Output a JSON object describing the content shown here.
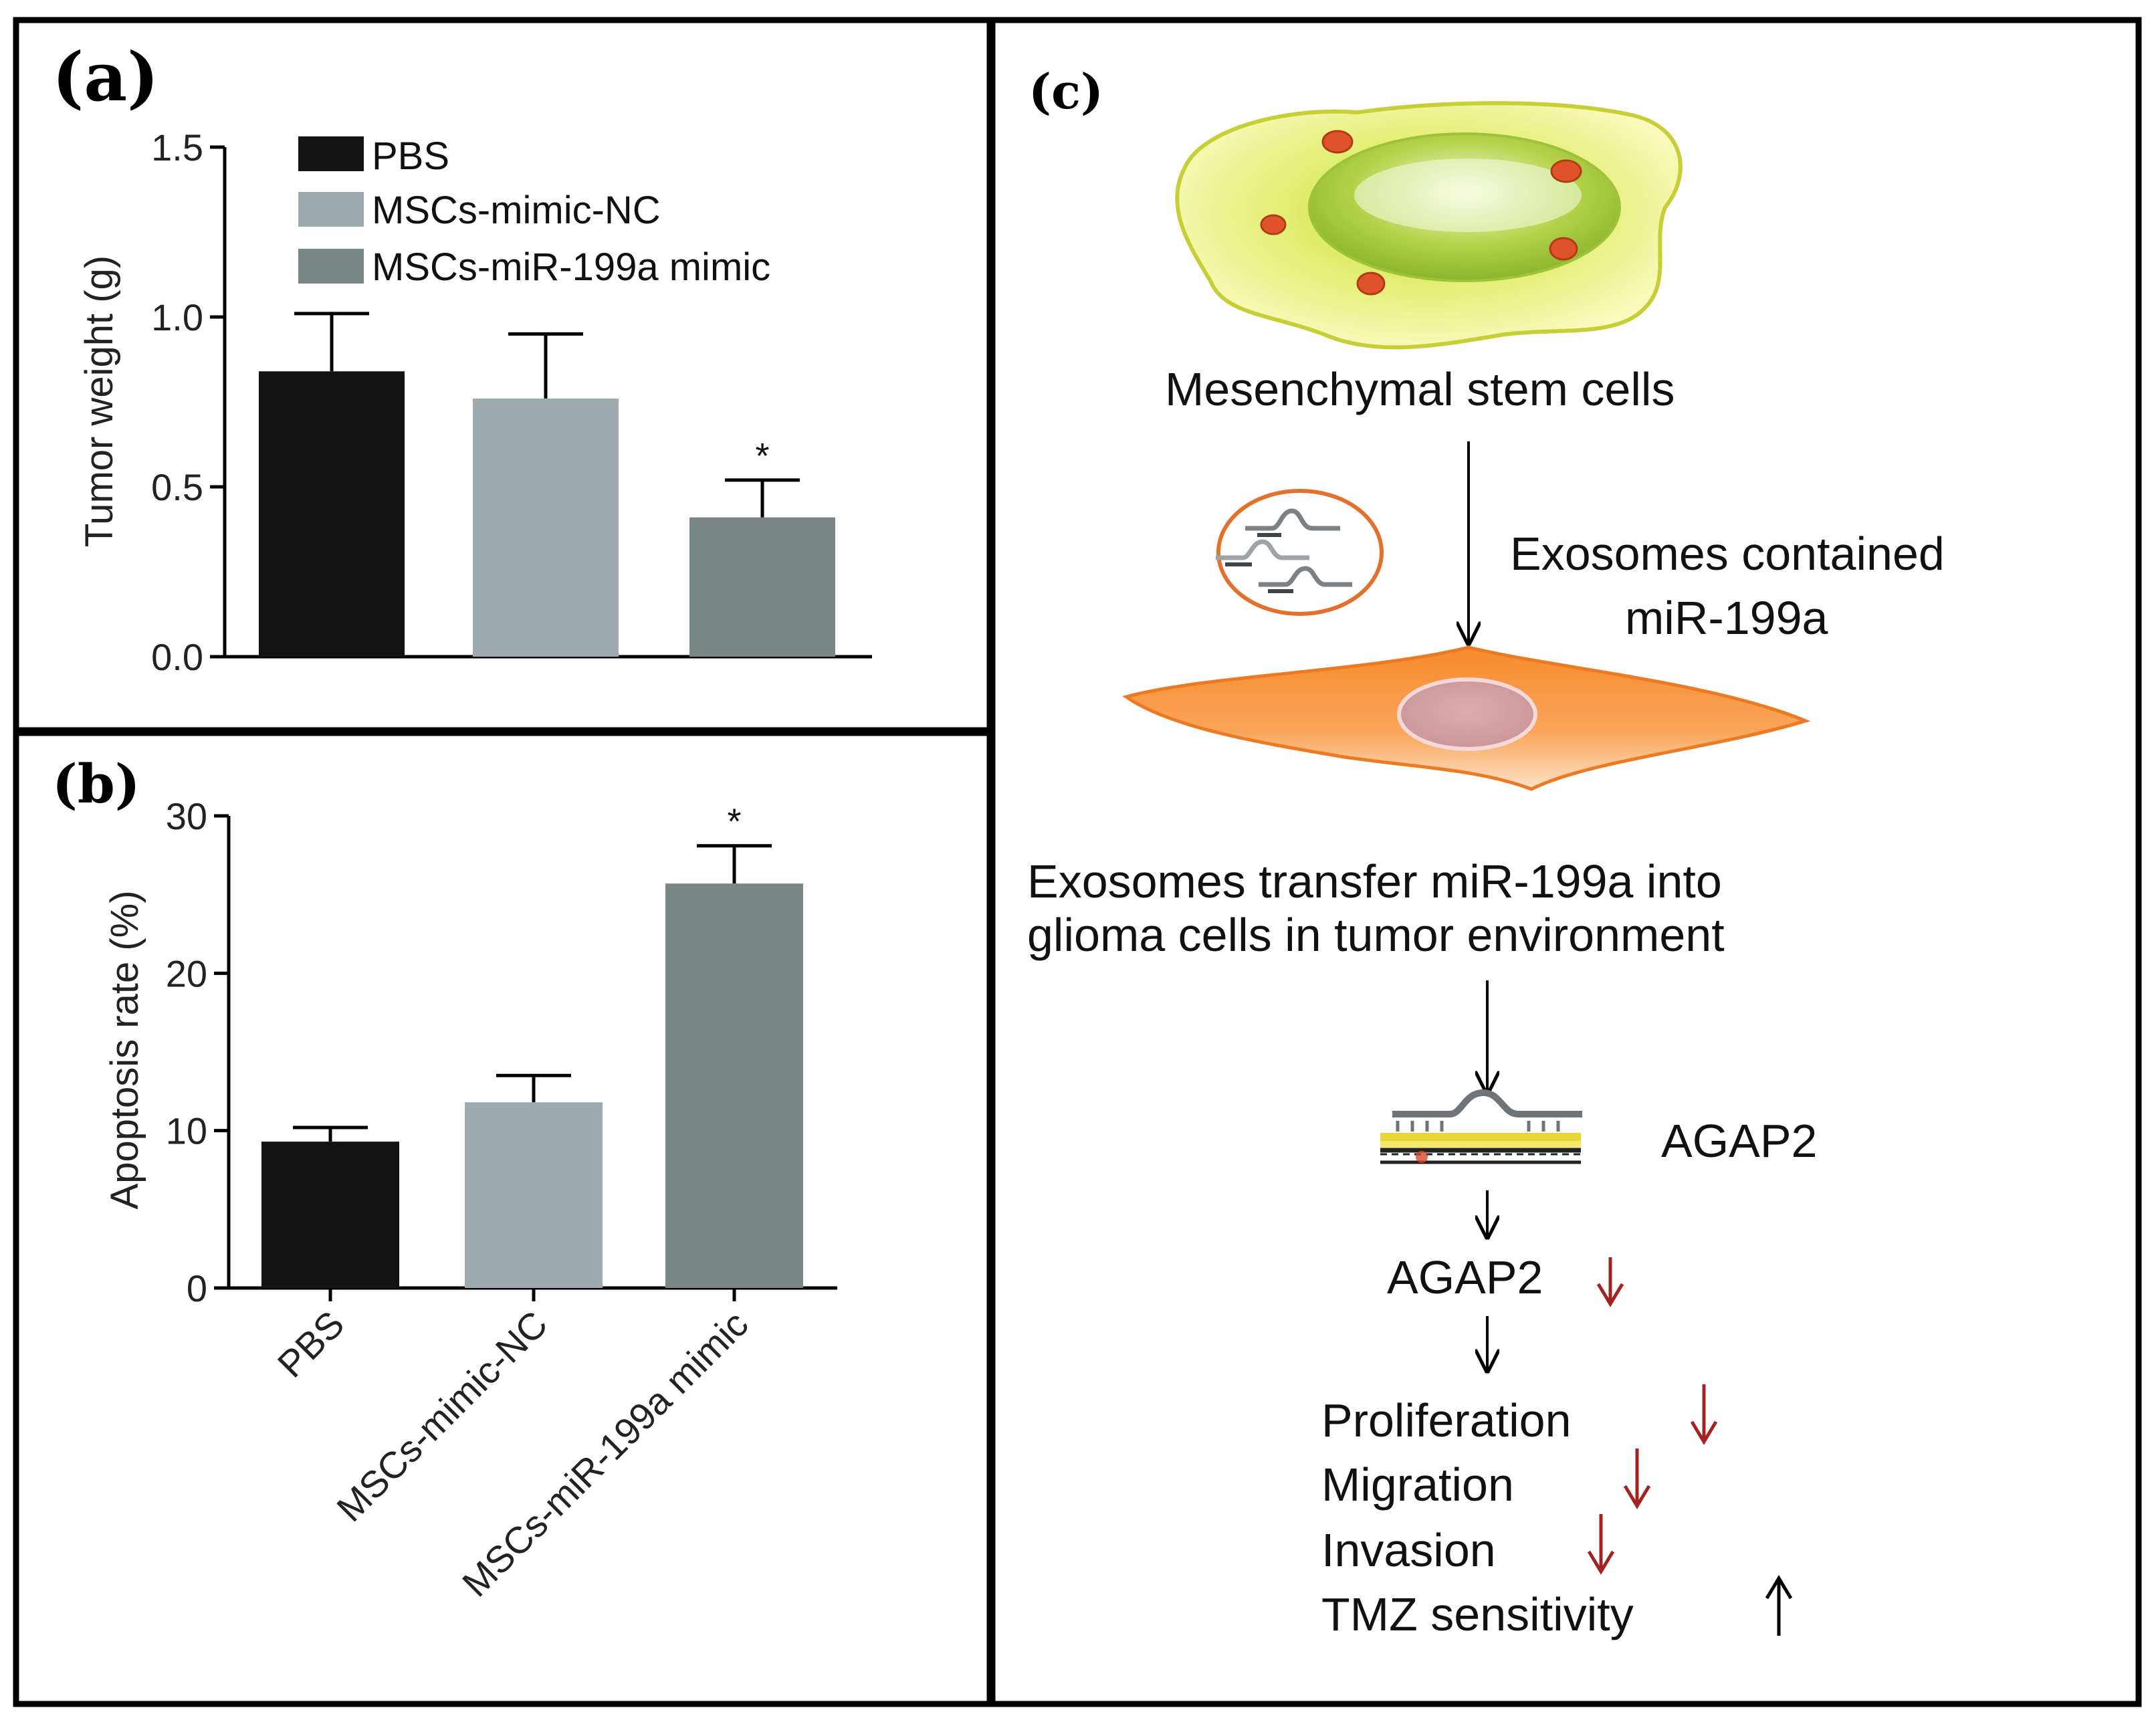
{
  "panels": {
    "a_label": "(a)",
    "b_label": "(b)",
    "c_label": "(c)"
  },
  "colors": {
    "pbs": "#131313",
    "mimic_nc": "#9eabae",
    "mir199a_mimic": "#788685",
    "frame": "#000000",
    "cell_yellow": "#e4ef7a",
    "cell_orange": "#f2893c",
    "exosome_dot": "#e0532a",
    "down_arrow": "#a32323",
    "membrane_yellow": "#e8d633"
  },
  "chart_data": [
    {
      "panel": "a",
      "type": "bar",
      "categories": [
        "PBS",
        "MSCs-mimic-NC",
        "MSCs-miR-199a mimic"
      ],
      "values": [
        0.84,
        0.76,
        0.41
      ],
      "errors": [
        0.17,
        0.19,
        0.11
      ],
      "annotations": [
        "",
        "",
        "*"
      ],
      "ylabel": "Tumor weight (g)",
      "ylim": [
        0,
        1.5
      ],
      "yticks": [
        "0.0",
        "0.5",
        "1.0",
        "1.5"
      ],
      "ytick_values": [
        0,
        0.5,
        1.0,
        1.5
      ],
      "legend": [
        "PBS",
        "MSCs-mimic-NC",
        "MSCs-miR-199a mimic"
      ],
      "legend_position": "top-left",
      "grid": false
    },
    {
      "panel": "b",
      "type": "bar",
      "categories": [
        "PBS",
        "MSCs-mimic-NC",
        "MSCs-miR-199a mimic"
      ],
      "values": [
        9.3,
        11.8,
        25.7
      ],
      "errors": [
        0.9,
        1.7,
        2.4
      ],
      "annotations": [
        "",
        "",
        "*"
      ],
      "ylabel": "Apoptosis rate (%)",
      "ylim": [
        0,
        30
      ],
      "yticks": [
        "0",
        "10",
        "20",
        "30"
      ],
      "ytick_values": [
        0,
        10,
        20,
        30
      ],
      "grid": false
    }
  ],
  "diagram": {
    "msc_label": "Mesenchymal stem cells",
    "exosome_line1": "Exosomes contained",
    "exosome_line2": "miR-199a",
    "transfer_line1": "Exosomes transfer miR-199a into",
    "transfer_line2": "glioma cells in tumor environment",
    "target_label": "AGAP2",
    "agap2_label": "AGAP2",
    "effects": [
      {
        "label": "Proliferation",
        "direction": "down"
      },
      {
        "label": "Migration",
        "direction": "down"
      },
      {
        "label": "Invasion",
        "direction": "down"
      },
      {
        "label": "TMZ sensitivity",
        "direction": "up"
      }
    ]
  }
}
